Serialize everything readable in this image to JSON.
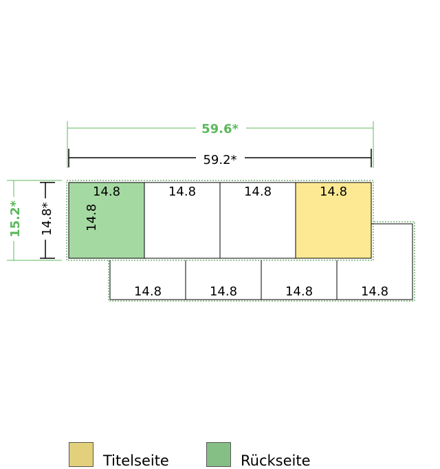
{
  "dimensions": {
    "outer_width": "59.6*",
    "inner_width": "59.2*",
    "outer_height": "15.2*",
    "inner_height": "14.8*"
  },
  "top_row": [
    {
      "label": "14.8",
      "side_label": "14.8",
      "role": "back"
    },
    {
      "label": "14.8",
      "role": "plain"
    },
    {
      "label": "14.8",
      "role": "plain"
    },
    {
      "label": "14.8",
      "role": "title"
    }
  ],
  "bottom_row": [
    {
      "label": "14.8"
    },
    {
      "label": "14.8"
    },
    {
      "label": "14.8"
    },
    {
      "label": "14.8"
    }
  ],
  "legend": [
    {
      "label": "Titelseite",
      "color": "#e3d07c"
    },
    {
      "label": "Rückseite",
      "color": "#85bf86"
    }
  ],
  "colors": {
    "title_panel": "#fde993",
    "back_panel": "#a5d9a2",
    "dimension_green": "#5cb85c"
  }
}
